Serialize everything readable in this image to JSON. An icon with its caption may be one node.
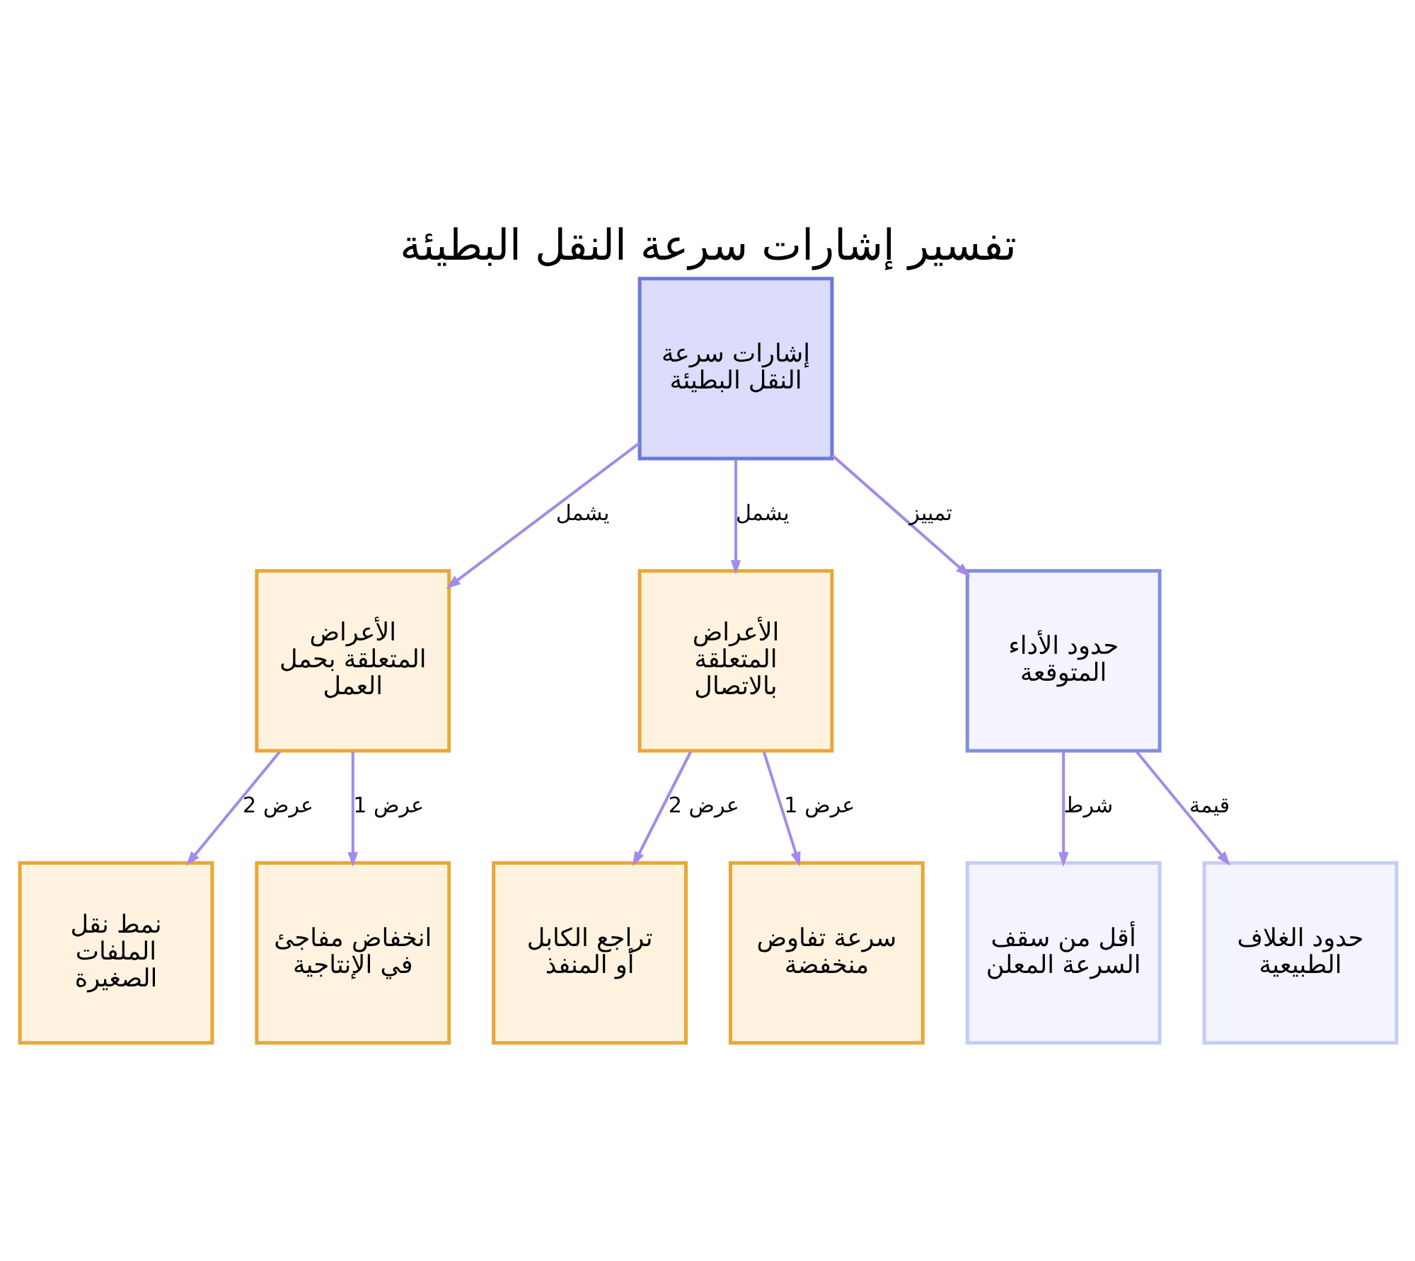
{
  "diagram": {
    "title": "تفسير إشارات سرعة النقل البطيئة",
    "nodes": [
      {
        "text": [
          "إشارات سرعة النقل البطيئة"
        ]
      },
      {
        "text": [
          "الأعراض المتعلقة بحمل العمل"
        ]
      },
      {
        "text": [
          "الأعراض المتعلقة بالاتصال"
        ]
      },
      {
        "text": [
          "حدود الأداء المتوقعة"
        ]
      },
      {
        "text": [
          "نمط نقل الملفات الصغيرة"
        ]
      },
      {
        "text": [
          "انخفاض مفاجئ في الإنتاجية"
        ]
      },
      {
        "text": [
          "تراجع الكابل أو المنفذ"
        ]
      },
      {
        "text": [
          "سرعة تفاوض منخفضة"
        ]
      },
      {
        "text": [
          "أقل من سقف السرعة المعلن"
        ]
      },
      {
        "text": [
          "حدود الغلاف الطبيعية"
        ]
      }
    ],
    "edges": [
      {
        "from": 0,
        "to": 1,
        "arrow": "to",
        "label": "يشمل"
      },
      {
        "from": 0,
        "to": 2,
        "arrow": "to",
        "label": "يشمل"
      },
      {
        "from": 0,
        "to": 3,
        "arrow": "to",
        "label": "تمييز"
      },
      {
        "from": 1,
        "to": 4,
        "arrow": "to",
        "label": "عرض 2"
      },
      {
        "from": 1,
        "to": 5,
        "arrow": "to",
        "label": "عرض 1"
      },
      {
        "from": 2,
        "to": 6,
        "arrow": "to",
        "label": "عرض 2"
      },
      {
        "from": 2,
        "to": 7,
        "arrow": "to",
        "label": "عرض 1"
      },
      {
        "from": 3,
        "to": 8,
        "arrow": "to",
        "label": "شرط"
      },
      {
        "from": 3,
        "to": 9,
        "arrow": "to",
        "label": "قيمة"
      }
    ]
  }
}
